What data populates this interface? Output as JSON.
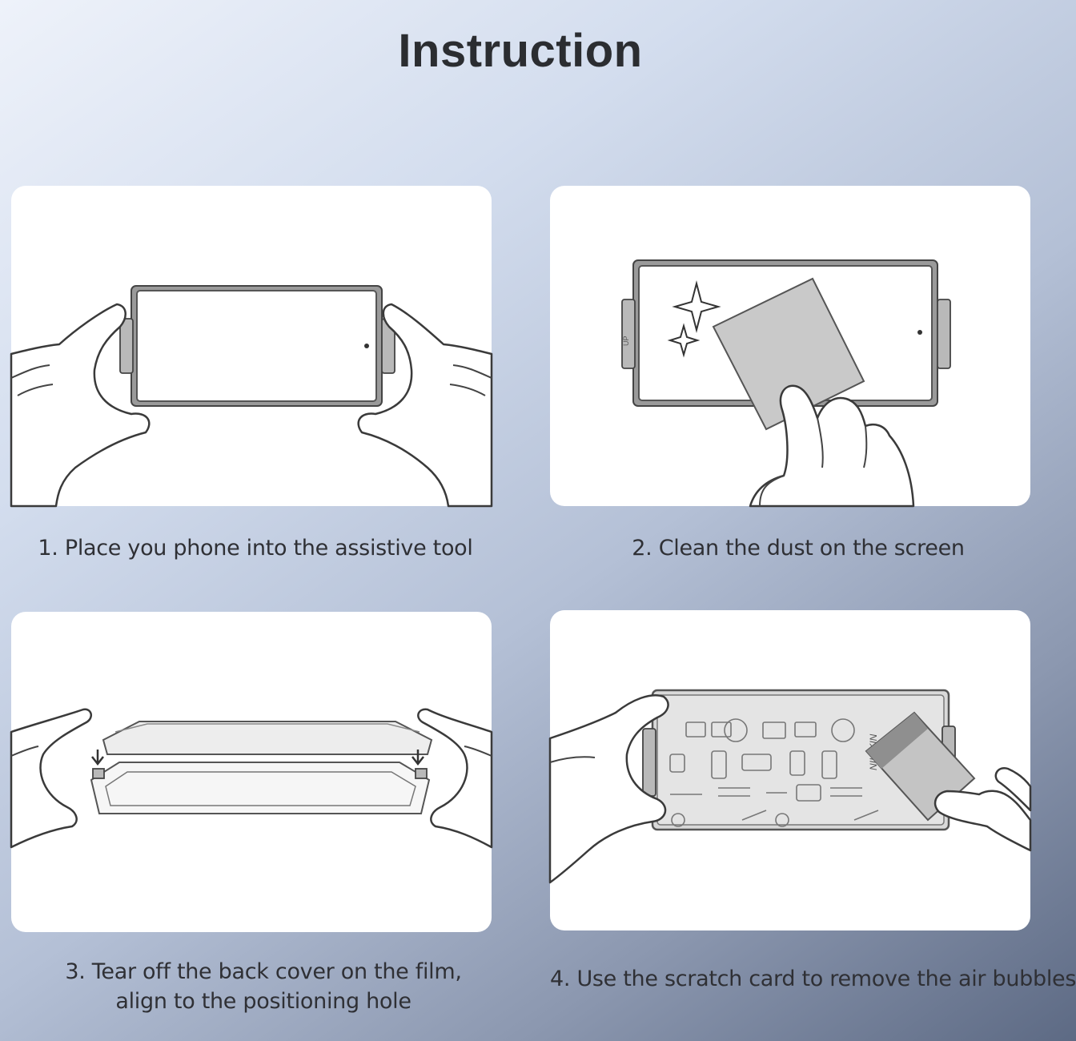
{
  "title": "Instruction",
  "steps": [
    {
      "lines": [
        "1. Place you phone into the assistive tool"
      ]
    },
    {
      "lines": [
        "2. Clean the dust on the screen"
      ]
    },
    {
      "lines": [
        "3. Tear off the back cover on the film,",
        "align to the positioning hole"
      ]
    },
    {
      "lines": [
        "4. Use the scratch card to remove the air bubbles"
      ]
    }
  ],
  "tool_label": "UP",
  "card_brand": "NILLKIN"
}
